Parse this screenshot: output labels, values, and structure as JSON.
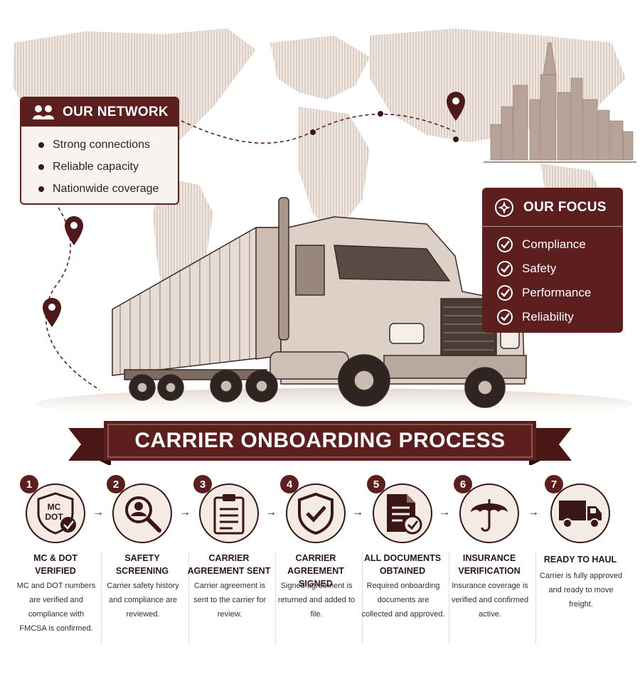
{
  "network": {
    "title": "OUR NETWORK",
    "items": [
      "Strong connections",
      "Reliable capacity",
      "Nationwide coverage"
    ]
  },
  "focus": {
    "title": "OUR FOCUS",
    "items": [
      "Compliance",
      "Safety",
      "Performance",
      "Reliability"
    ]
  },
  "banner": {
    "title": "CARRIER ONBOARDING PROCESS"
  },
  "steps": [
    {
      "number": "1",
      "icon_text_1": "MC",
      "icon_text_2": "DOT",
      "title_1": "MC & DOT",
      "title_2": "VERIFIED",
      "desc": "MC and DOT numbers are verified and compliance with FMCSA is confirmed."
    },
    {
      "number": "2",
      "title_1": "SAFETY",
      "title_2": "SCREENING",
      "desc": "Carrier safety history and compliance are reviewed."
    },
    {
      "number": "3",
      "title_1": "CARRIER",
      "title_2": "AGREEMENT SENT",
      "desc": "Carrier agreement is sent to the carrier for review."
    },
    {
      "number": "4",
      "title_1": "CARRIER",
      "title_2": "AGREEMENT SIGNED",
      "desc": "Signed agreement is returned and added to file."
    },
    {
      "number": "5",
      "title_1": "ALL DOCUMENTS",
      "title_2": "OBTAINED",
      "desc": "Required onboarding documents are collected and approved."
    },
    {
      "number": "6",
      "title_1": "INSURANCE",
      "title_2": "VERIFICATION",
      "desc": "Insurance coverage is verified and confirmed active."
    },
    {
      "number": "7",
      "title_1": "READY TO HAUL",
      "desc": "Carrier is fully approved and ready to move freight."
    }
  ],
  "colors": {
    "brand": "#5c1f1e",
    "accent_dark": "#3a1615",
    "paper": "#f4ebe4"
  },
  "icons": [
    "team-icon",
    "compass-icon",
    "check-icon",
    "map-pin-icon",
    "shield-badge-icon",
    "search-person-icon",
    "clipboard-icon",
    "shield-check-icon",
    "document-check-icon",
    "umbrella-icon",
    "truck-icon"
  ]
}
